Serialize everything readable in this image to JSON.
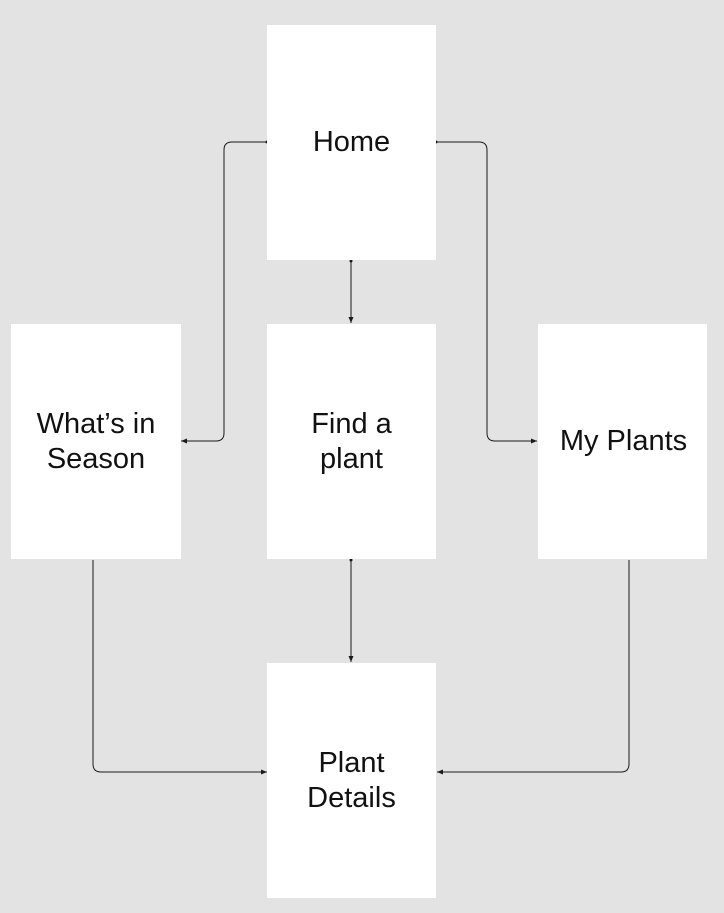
{
  "colors": {
    "background": "#e3e3e3",
    "screen_fill": "#ffffff",
    "text": "#111111",
    "connector": "#1a1a1a"
  },
  "screens": {
    "home": "Home",
    "find": "Find a\nplant",
    "season": "What’s in\nSeason",
    "my_plants": "My Plants",
    "details": "Plant\nDetails"
  }
}
